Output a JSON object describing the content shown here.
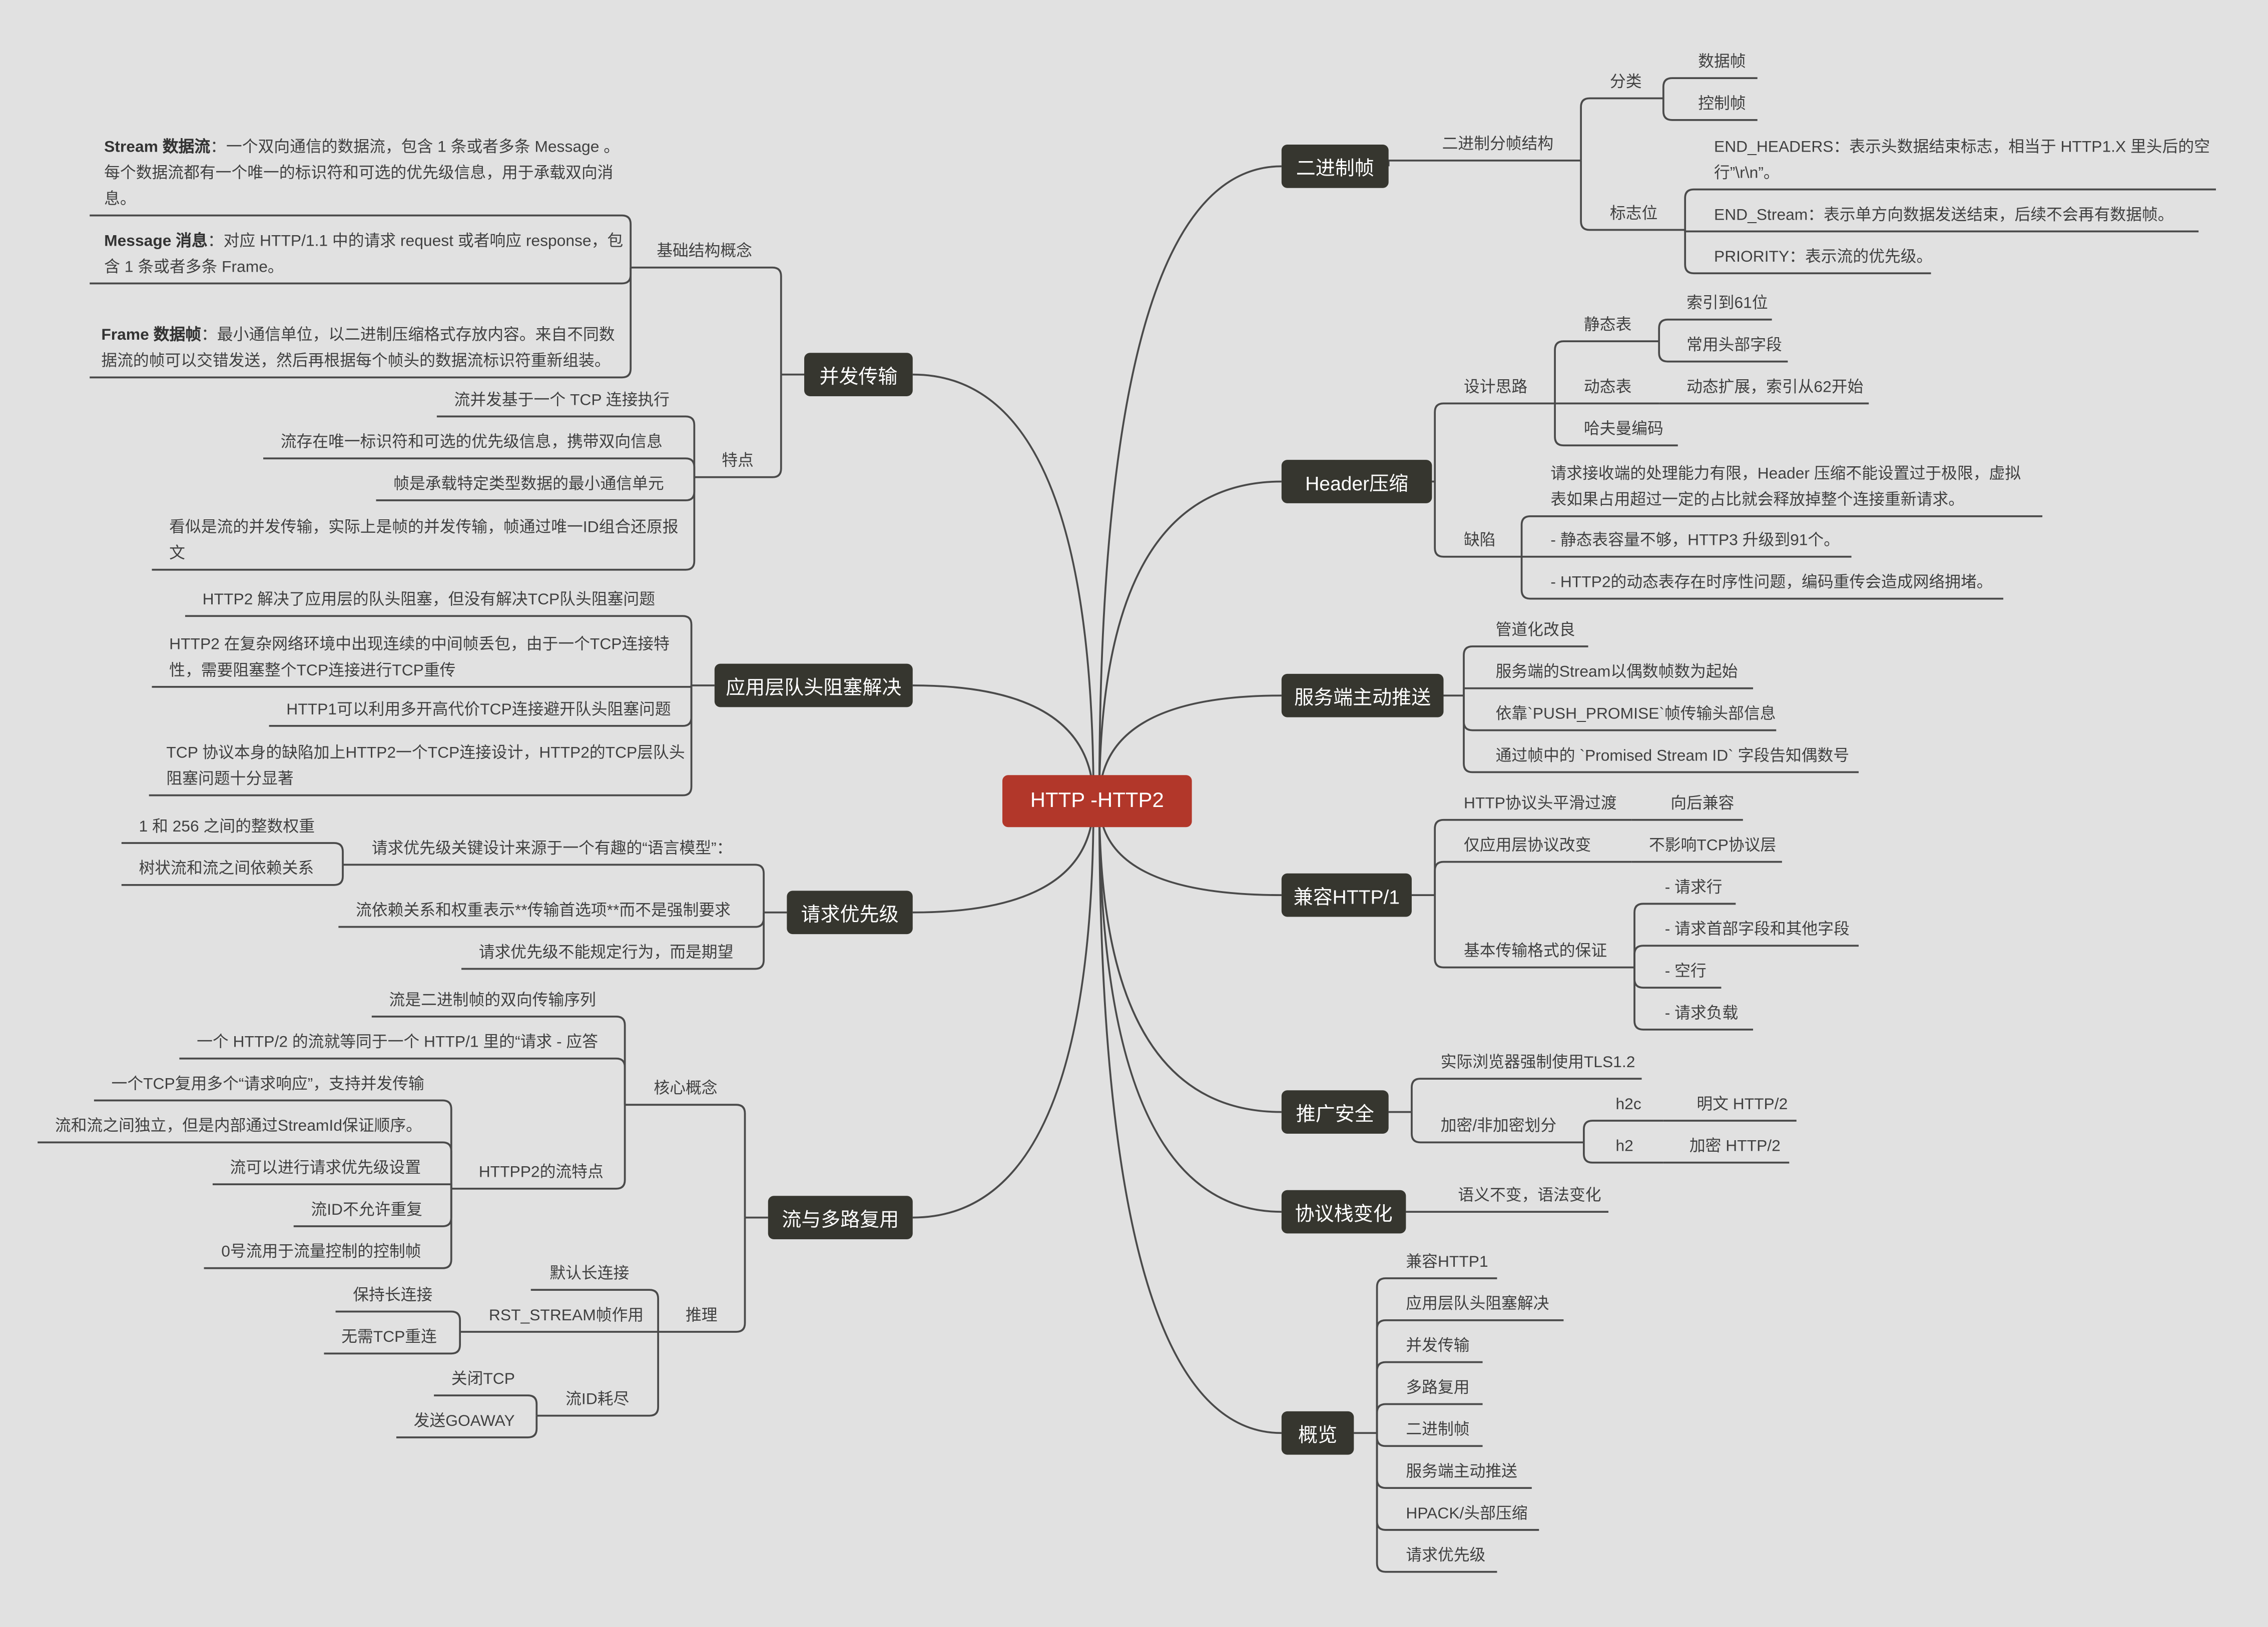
{
  "center": {
    "label": "HTTP -HTTP2"
  },
  "colors": {
    "background": "#e1e1e1",
    "line": "#4a4a4a",
    "branch": "#36362f",
    "center": "#b2372a"
  },
  "branches": [
    {
      "label": "二进制帧",
      "children": [
        {
          "label": "二进制分帧结构",
          "children": [
            {
              "label": "分类",
              "children": [
                {
                  "label": "数据帧"
                },
                {
                  "label": "控制帧"
                }
              ]
            },
            {
              "label": "标志位",
              "children": [
                {
                  "label": "END_HEADERS：表示头数据结束标志，相当于 HTTP1.X 里头后的空行”\\r\\n”。"
                },
                {
                  "label": "END_Stream：表示单方向数据发送结束，后续不会再有数据帧。"
                },
                {
                  "label": "PRIORITY：表示流的优先级。"
                }
              ]
            }
          ]
        }
      ]
    },
    {
      "label": "Header压缩",
      "children": [
        {
          "label": "设计思路",
          "children": [
            {
              "label": "静态表",
              "children": [
                {
                  "label": "索引到61位"
                },
                {
                  "label": "常用头部字段"
                }
              ]
            },
            {
              "label": "动态表",
              "children": [
                {
                  "label": "动态扩展，索引从62开始"
                }
              ]
            },
            {
              "label": "哈夫曼编码"
            }
          ]
        },
        {
          "label": "缺陷",
          "children": [
            {
              "label": "请求接收端的处理能力有限，Header 压缩不能设置过于极限，虚拟表如果占用超过一定的占比就会释放掉整个连接重新请求。"
            },
            {
              "label": "- 静态表容量不够，HTTP3 升级到91个。"
            },
            {
              "label": "- HTTP2的动态表存在时序性问题，编码重传会造成网络拥堵。"
            }
          ]
        }
      ]
    },
    {
      "label": "服务端主动推送",
      "children": [
        {
          "label": "管道化改良"
        },
        {
          "label": "服务端的Stream以偶数帧数为起始"
        },
        {
          "label": "依靠`PUSH_PROMISE`帧传输头部信息"
        },
        {
          "label": "通过帧中的 `Promised Stream ID` 字段告知偶数号"
        }
      ]
    },
    {
      "label": "兼容HTTP/1",
      "children": [
        {
          "label": "HTTP协议头平滑过渡",
          "children": [
            {
              "label": "向后兼容"
            }
          ]
        },
        {
          "label": "仅应用层协议改变",
          "children": [
            {
              "label": "不影响TCP协议层"
            }
          ]
        },
        {
          "label": "基本传输格式的保证",
          "children": [
            {
              "label": "- 请求行"
            },
            {
              "label": "- 请求首部字段和其他字段"
            },
            {
              "label": "- 空行"
            },
            {
              "label": "- 请求负载"
            }
          ]
        }
      ]
    },
    {
      "label": "推广安全",
      "children": [
        {
          "label": "实际浏览器强制使用TLS1.2"
        },
        {
          "label": "加密/非加密划分",
          "children": [
            {
              "label": "h2c",
              "children": [
                {
                  "label": "明文 HTTP/2"
                }
              ]
            },
            {
              "label": "h2",
              "children": [
                {
                  "label": "加密 HTTP/2"
                }
              ]
            }
          ]
        }
      ]
    },
    {
      "label": "协议栈变化",
      "children": [
        {
          "label": "语义不变，语法变化"
        }
      ]
    },
    {
      "label": "概览",
      "children": [
        {
          "label": "兼容HTTP1"
        },
        {
          "label": "应用层队头阻塞解决"
        },
        {
          "label": "并发传输"
        },
        {
          "label": "多路复用"
        },
        {
          "label": "二进制帧"
        },
        {
          "label": "服务端主动推送"
        },
        {
          "label": "HPACK/头部压缩"
        },
        {
          "label": "请求优先级"
        }
      ]
    },
    {
      "label": "并发传输",
      "children": [
        {
          "label": "基础结构概念",
          "children": [
            {
              "term": "Stream 数据流",
              "label": "：一个双向通信的数据流，包含 1 条或者多条 Message 。每个数据流都有一个唯一的标识符和可选的优先级信息，用于承载双向消息。"
            },
            {
              "term": "Message 消息",
              "label": "：对应 HTTP/1.1 中的请求 request 或者响应 response，包含 1 条或者多条 Frame。"
            },
            {
              "term": "Frame 数据帧",
              "label": "：最小通信单位，以二进制压缩格式存放内容。来自不同数据流的帧可以交错发送，然后再根据每个帧头的数据流标识符重新组装。"
            }
          ]
        },
        {
          "label": "特点",
          "children": [
            {
              "label": "流并发基于一个 TCP 连接执行"
            },
            {
              "label": "流存在唯一标识符和可选的优先级信息，携带双向信息"
            },
            {
              "label": "帧是承载特定类型数据的最小通信单元"
            },
            {
              "label": "看似是流的并发传输，实际上是帧的并发传输，帧通过唯一ID组合还原报文"
            }
          ]
        }
      ]
    },
    {
      "label": "应用层队头阻塞解决",
      "children": [
        {
          "label": "HTTP2 解决了应用层的队头阻塞，但没有解决TCP队头阻塞问题"
        },
        {
          "label": "HTTP2 在复杂网络环境中出现连续的中间帧丢包，由于一个TCP连接特性，需要阻塞整个TCP连接进行TCP重传"
        },
        {
          "label": "HTTP1可以利用多开高代价TCP连接避开队头阻塞问题"
        },
        {
          "label": "TCP 协议本身的缺陷加上HTTP2一个TCP连接设计，HTTP2的TCP层队头阻塞问题十分显著"
        }
      ]
    },
    {
      "label": "请求优先级",
      "children": [
        {
          "label": "请求优先级关键设计来源于一个有趣的“语言模型”：",
          "children": [
            {
              "label": "1 和 256 之间的整数权重"
            },
            {
              "label": "树状流和流之间依赖关系"
            }
          ]
        },
        {
          "label": "流依赖关系和权重表示**传输首选项**而不是强制要求"
        },
        {
          "label": "请求优先级不能规定行为，而是期望"
        }
      ]
    },
    {
      "label": "流与多路复用",
      "children": [
        {
          "label": "核心概念",
          "children": [
            {
              "label": "流是二进制帧的双向传输序列"
            },
            {
              "label": "一个 HTTP/2 的流就等同于一个 HTTP/1 里的“请求 - 应答"
            },
            {
              "label": "HTTPP2的流特点",
              "children": [
                {
                  "label": "一个TCP复用多个“请求响应”，支持并发传输"
                },
                {
                  "label": "流和流之间独立，但是内部通过StreamId保证顺序。"
                },
                {
                  "label": "流可以进行请求优先级设置"
                },
                {
                  "label": "流ID不允许重复"
                },
                {
                  "label": "0号流用于流量控制的控制帧"
                }
              ]
            }
          ]
        },
        {
          "label": "推理",
          "children": [
            {
              "label": "默认长连接"
            },
            {
              "label": "RST_STREAM帧作用",
              "children": [
                {
                  "label": "保持长连接"
                },
                {
                  "label": "无需TCP重连"
                }
              ]
            },
            {
              "label": "流ID耗尽",
              "children": [
                {
                  "label": "关闭TCP"
                },
                {
                  "label": "发送GOAWAY"
                }
              ]
            }
          ]
        }
      ]
    }
  ]
}
